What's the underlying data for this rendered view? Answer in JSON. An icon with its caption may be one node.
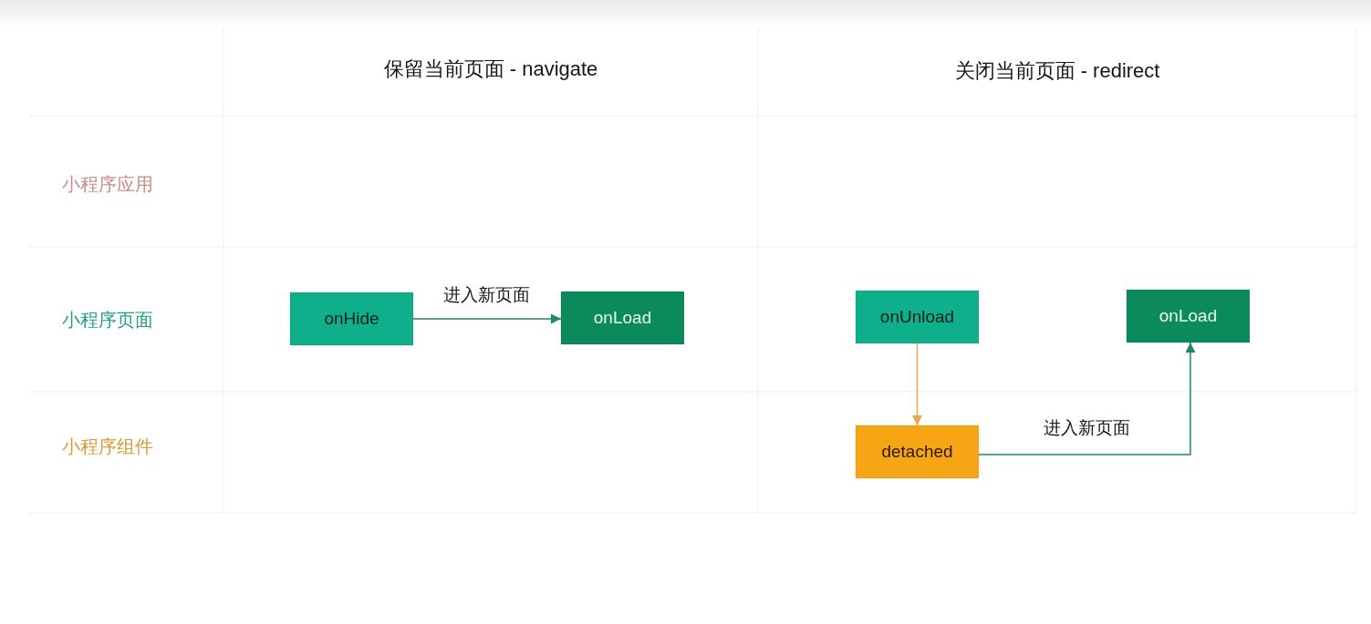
{
  "diagram": {
    "nodes": [
      {
        "text": [
          "onHide"
        ]
      },
      {
        "text": [
          "onLoad"
        ]
      },
      {
        "text": [
          "onUnload"
        ]
      },
      {
        "text": [
          "detached"
        ]
      },
      {
        "text": [
          "onLoad"
        ]
      }
    ],
    "edges": [
      {
        "from": 0,
        "to": 1,
        "arrow": "to",
        "label": "进入新页面"
      },
      {
        "from": 2,
        "to": 3,
        "arrow": "to",
        "color": "#eba64c"
      },
      {
        "from": 3,
        "to": 4,
        "arrow": "to",
        "label": "进入新页面"
      }
    ],
    "labels": [
      "保留当前页面 - navigate",
      "关闭当前页面 - redirect",
      "小程序应用",
      "小程序页面",
      "小程序组件"
    ]
  }
}
